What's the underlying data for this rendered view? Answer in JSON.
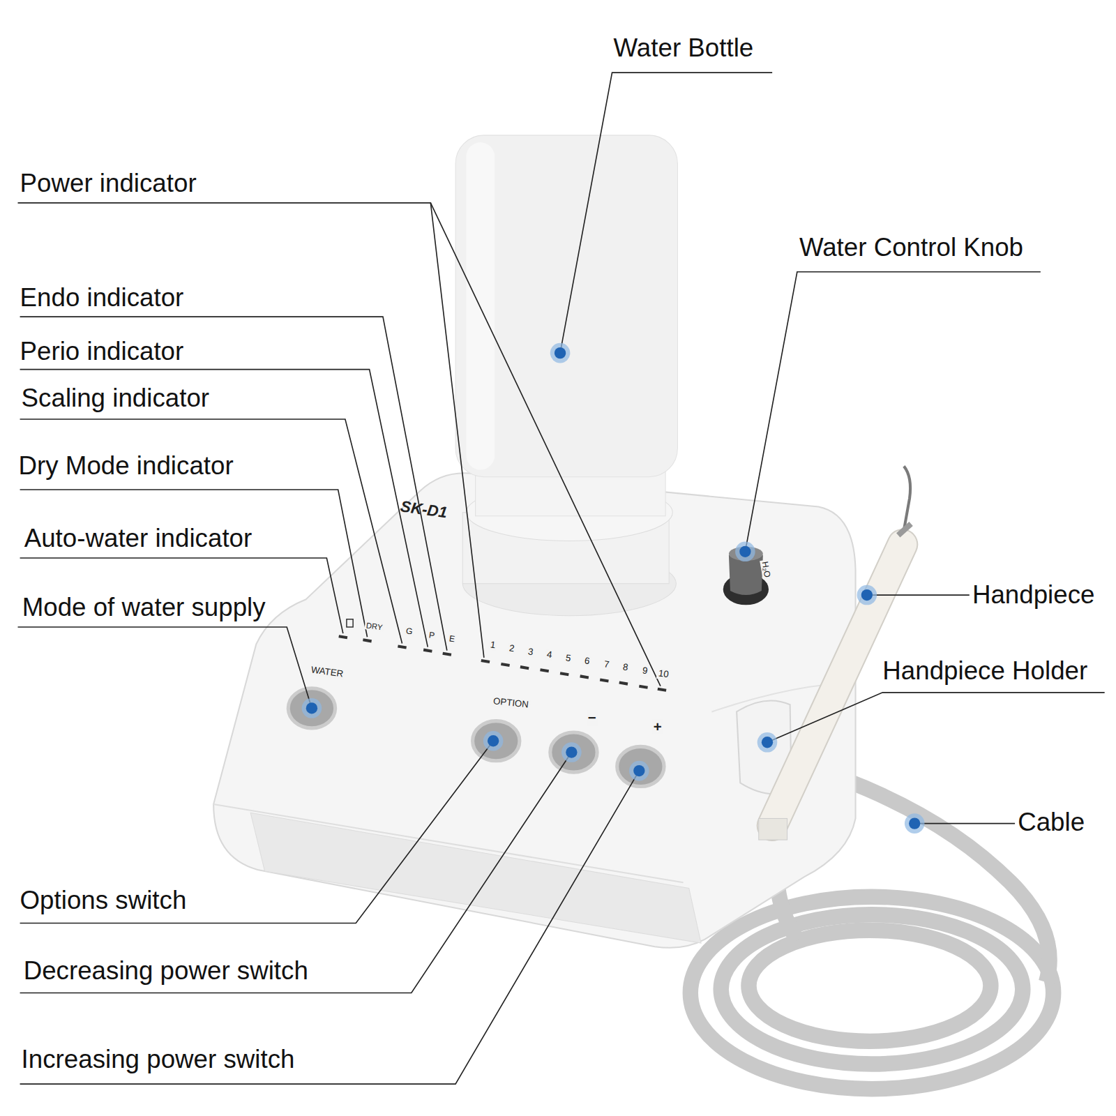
{
  "diagram": {
    "labels": [
      "Water Bottle",
      "Power indicator",
      "Water Control Knob",
      "Endo indicator",
      "Perio indicator",
      "Scaling indicator",
      "Dry Mode indicator",
      "Auto-water indicator",
      "Mode of water supply",
      "Handpiece",
      "Handpiece Holder",
      "Cable",
      "Options switch",
      "Decreasing power switch",
      "Increasing power switch",
      "SK-D1",
      "DRY",
      "G",
      "P",
      "E",
      "1",
      "2",
      "3",
      "4",
      "5",
      "6",
      "7",
      "8",
      "9",
      "10",
      "H₂O",
      "WATER",
      "OPTION",
      "−",
      "+"
    ]
  }
}
